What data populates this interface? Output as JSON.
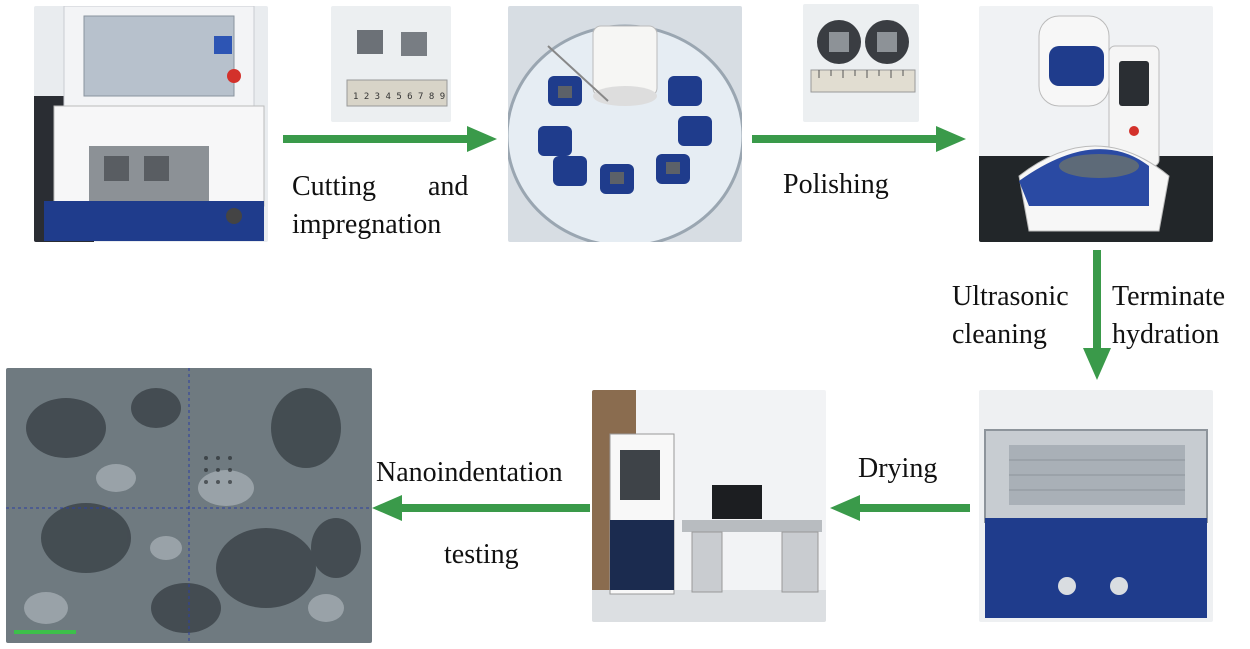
{
  "labels": {
    "cutting_word": "Cutting",
    "and_word": "and",
    "impregnation": "impregnation",
    "polishing": "Polishing",
    "ultrasonic": "Ultrasonic",
    "cleaning": "cleaning",
    "terminate": "Terminate",
    "hydration": "hydration",
    "drying": "Drying",
    "nanoindentation": "Nanoindentation",
    "testing": "testing"
  },
  "ruler_digits": "1 2 3 4 5 6 7 8 9",
  "colors": {
    "arrow": "#3a9a4a",
    "equipment_blue": "#1f3c8c",
    "background": "#ffffff"
  },
  "icons": {
    "cutting_machine": "cutting-machine-photo",
    "samples": "cut-samples-photo",
    "impregnation_vessel": "vacuum-impregnation-photo",
    "polished_samples": "polished-samples-photo",
    "polisher": "polishing-machine-photo",
    "ultrasonic_cleaner": "ultrasonic-cleaner-photo",
    "nanoindenter": "nanoindenter-photo",
    "micrograph": "micrograph-photo"
  }
}
